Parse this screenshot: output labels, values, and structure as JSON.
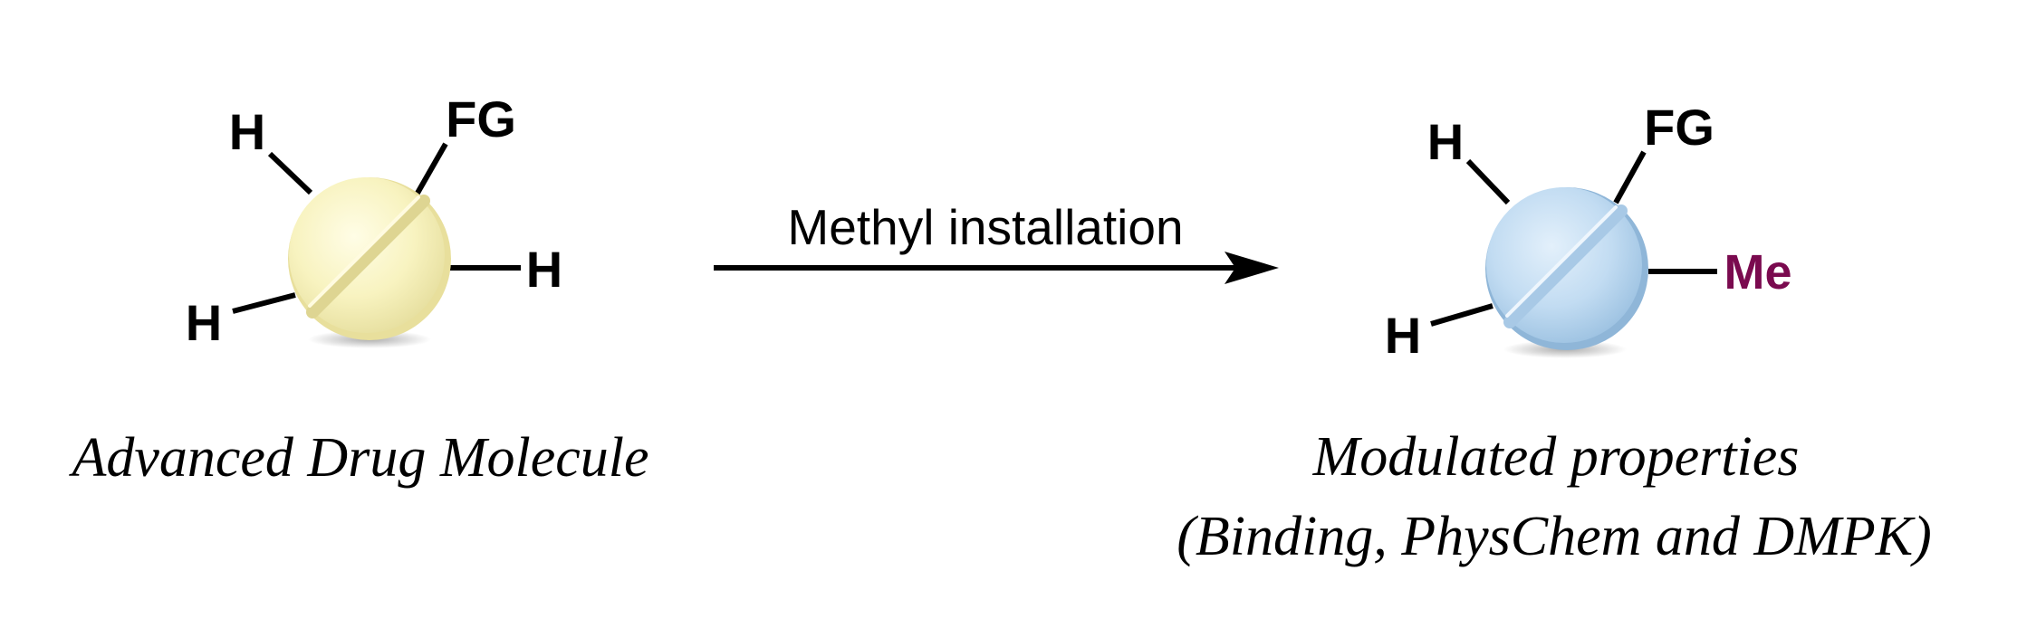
{
  "colors": {
    "left_pill": "#f6f1b8",
    "right_pill": "#bcd8ee",
    "methyl": "#7a0a4f"
  },
  "left_molecule": {
    "substituents": {
      "top_left": "H",
      "top_right": "FG",
      "right": "H",
      "bottom_left": "H"
    },
    "caption": "Advanced Drug Molecule"
  },
  "reaction": {
    "label": "Methyl installation"
  },
  "right_molecule": {
    "substituents": {
      "top_left": "H",
      "top_right": "FG",
      "right": "Me",
      "bottom_left": "H"
    },
    "caption_line1": "Modulated properties",
    "caption_line2": "(Binding, PhysChem and DMPK)"
  }
}
